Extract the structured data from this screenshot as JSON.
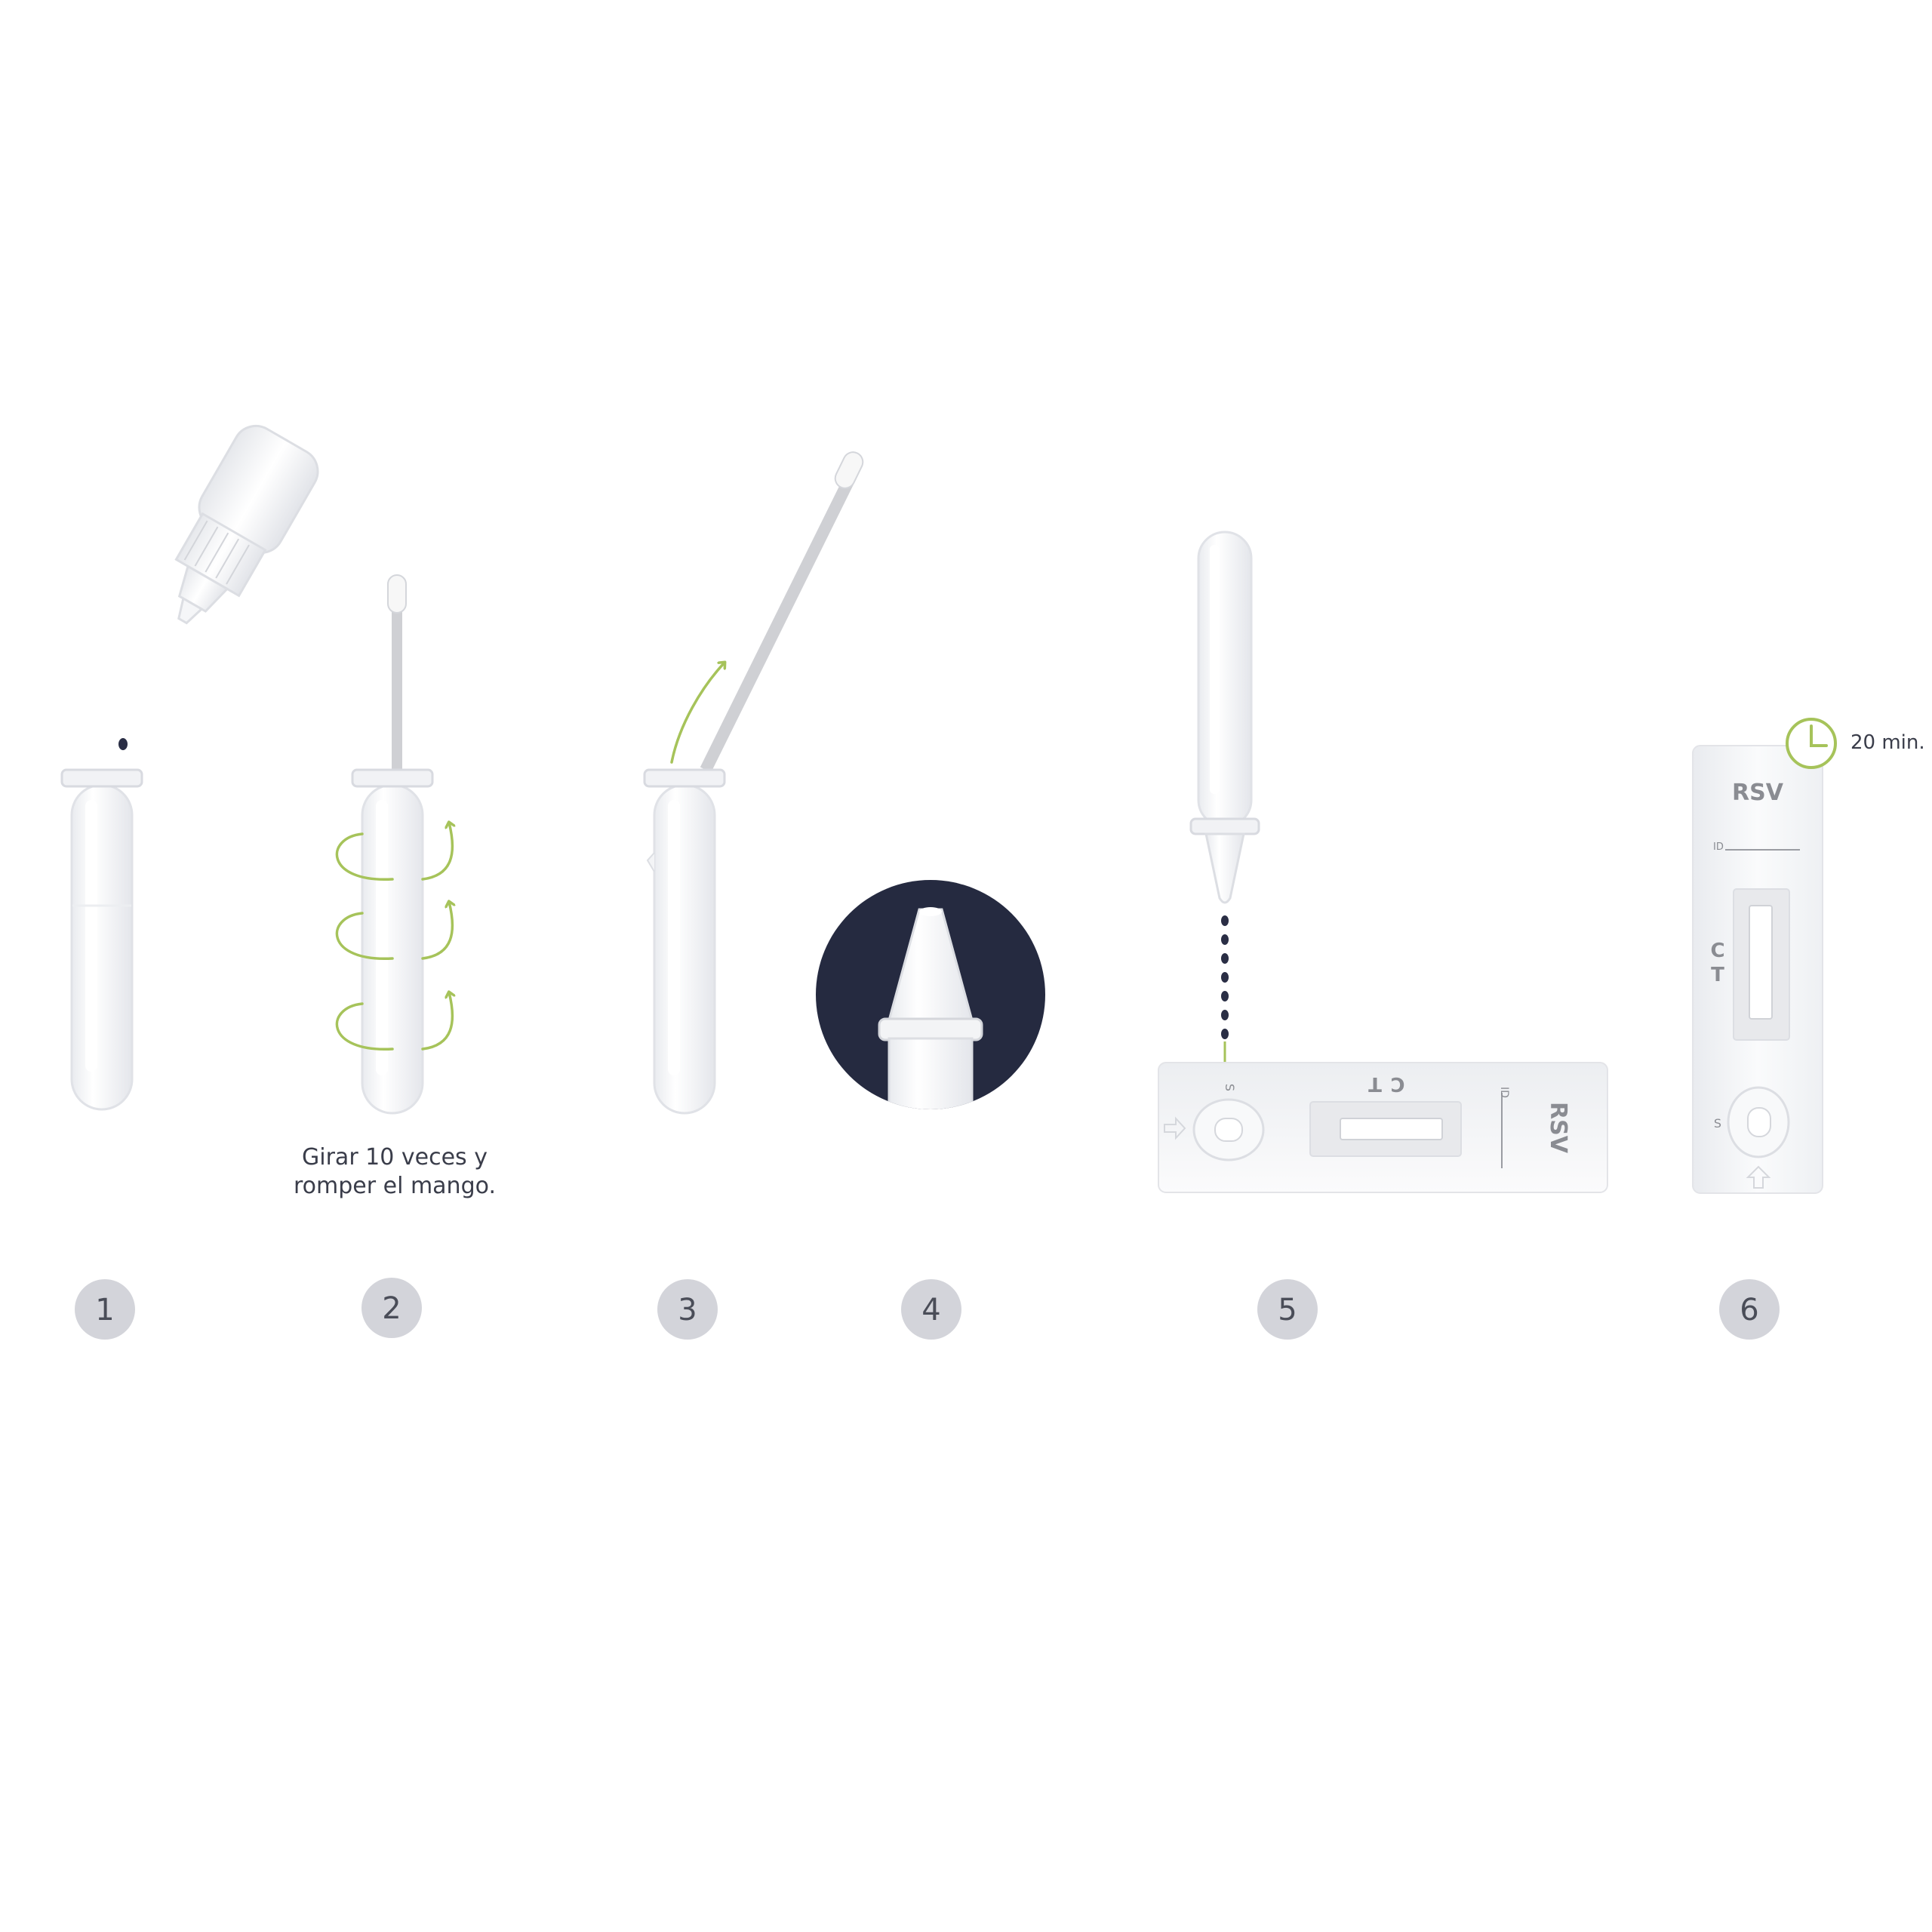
{
  "steps": [
    {
      "number": "1"
    },
    {
      "number": "2",
      "caption_line1": "Girar 10 veces y",
      "caption_line2": "romper el mango."
    },
    {
      "number": "3"
    },
    {
      "number": "4"
    },
    {
      "number": "5",
      "cassette_label": "RSV",
      "marker_c": "C",
      "marker_t": "T",
      "marker_s": "S",
      "marker_id": "ID"
    },
    {
      "number": "6",
      "cassette_label": "RSV",
      "marker_c": "C",
      "marker_t": "T",
      "marker_s": "S",
      "marker_id": "ID",
      "timer_text": "20 min."
    }
  ],
  "colors": {
    "accent_green": "#a6c35a",
    "drop_navy": "#2a2e45",
    "badge_gray": "#d3d4da",
    "circle_navy": "#252a40"
  },
  "icons": {
    "timer": "clock-icon",
    "arrow": "arrow-icon"
  }
}
